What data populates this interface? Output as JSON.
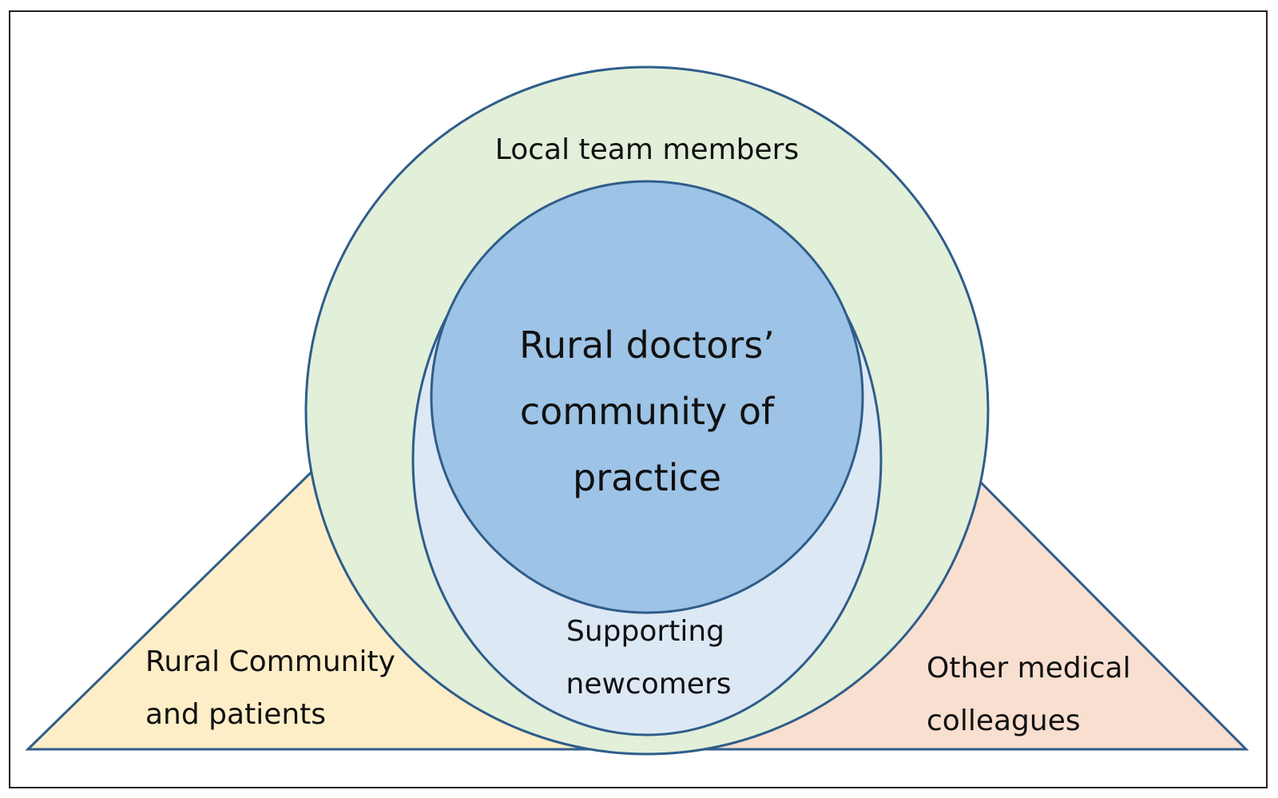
{
  "diagram": {
    "core": {
      "line1": "Rural doctors’",
      "line2": "community of",
      "line3": "practice"
    },
    "ring_outer": {
      "label": "Local team members"
    },
    "ring_inner": {
      "line1": "Supporting",
      "line2": "newcomers"
    },
    "left_triangle": {
      "line1": "Rural Community",
      "line2": "and patients"
    },
    "right_triangle": {
      "line1": "Other medical",
      "line2": "colleagues"
    }
  },
  "colors": {
    "frame": "#222222",
    "stroke": "#2f5d8a",
    "outer_circle_fill": "#e2efd9",
    "inner_ellipse_fill": "#dde8f5",
    "core_circle_fill": "#9dc3e6",
    "left_triangle_fill": "#fdeec8",
    "right_triangle_fill": "#f8dfd0"
  }
}
